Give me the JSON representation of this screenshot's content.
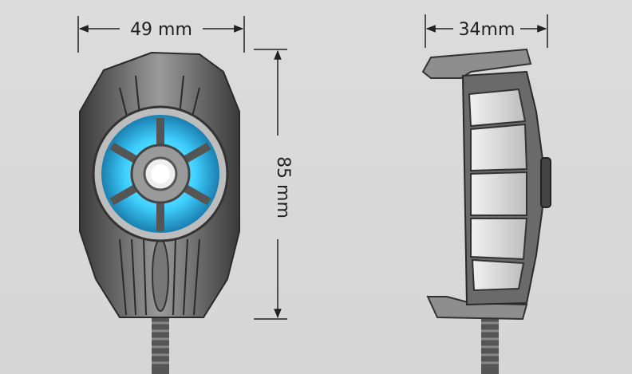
{
  "dimensions": {
    "front_width": "49 mm",
    "front_height": "85 mm",
    "side_width": "34mm"
  },
  "colors": {
    "background": "#d9d9d9",
    "fan_glow": "#3fd0ff",
    "body_dark": "#4a4a4a",
    "body_light": "#cfcfcf",
    "dimension_line": "#222222"
  }
}
